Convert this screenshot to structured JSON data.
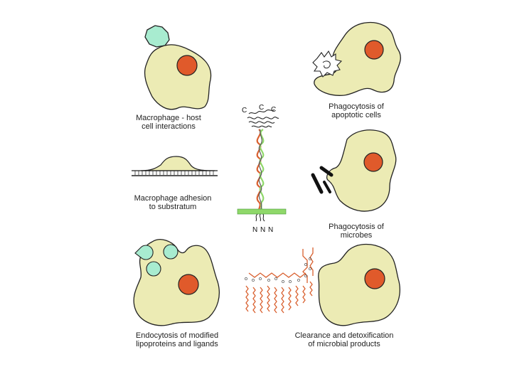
{
  "panels": {
    "host_interactions": {
      "line1": "Macrophage - host",
      "line2": "cell interactions"
    },
    "apoptotic": {
      "line1": "Phagocytosis of",
      "line2": "apoptotic cells"
    },
    "adhesion": {
      "line1": "Macrophage adhesion",
      "line2": "to substratum"
    },
    "microbes": {
      "line1": "Phagocytosis of",
      "line2": "microbes"
    },
    "endocytosis": {
      "line1": "Endocytosis of modified",
      "line2": "lipoproteins and ligands"
    },
    "clearance": {
      "line1": "Clearance and detoxification",
      "line2": "of microbial products"
    }
  },
  "receptor": {
    "c_labels": [
      "C",
      "C",
      "C"
    ],
    "n_labels": [
      "N",
      "N",
      "N"
    ]
  },
  "colors": {
    "cell_fill": "#ecebb4",
    "nucleus": "#e05a2b",
    "host_cell": "#a8ecd0",
    "membrane": "#8fd86a",
    "lipid": "#d9602f"
  }
}
